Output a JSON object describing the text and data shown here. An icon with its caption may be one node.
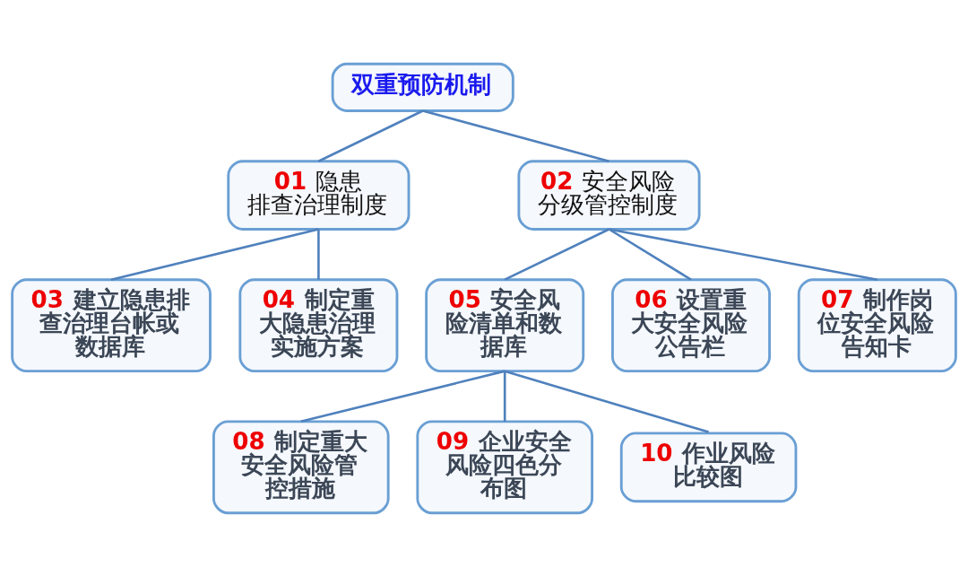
{
  "diagram": {
    "nodes": [
      {
        "text": [
          "双重预防机制"
        ]
      },
      {
        "text": [
          "01 隐患排查治理制度"
        ]
      },
      {
        "text": [
          "02 安全风险分级管控制度"
        ]
      },
      {
        "text": [
          "03 建立隐患排查治理台帐或数据库"
        ]
      },
      {
        "text": [
          "04 制定重大隐患治理实施方案"
        ]
      },
      {
        "text": [
          "05 安全风险清单和数据库"
        ]
      },
      {
        "text": [
          "06 设置重大安全风险公告栏"
        ]
      },
      {
        "text": [
          "07 制作岗位安全风险告知卡"
        ]
      },
      {
        "text": [
          "08 制定重大安全风险管控措施"
        ]
      },
      {
        "text": [
          "09 企业安全风险四色分布图"
        ]
      },
      {
        "text": [
          "10 作业风险比较图"
        ]
      }
    ],
    "edges": [
      {
        "from": 0,
        "to": 1,
        "arrow": "none"
      },
      {
        "from": 0,
        "to": 2,
        "arrow": "none"
      },
      {
        "from": 1,
        "to": 3,
        "arrow": "none"
      },
      {
        "from": 1,
        "to": 4,
        "arrow": "none"
      },
      {
        "from": 2,
        "to": 5,
        "arrow": "none"
      },
      {
        "from": 2,
        "to": 6,
        "arrow": "none"
      },
      {
        "from": 2,
        "to": 7,
        "arrow": "none"
      },
      {
        "from": 5,
        "to": 8,
        "arrow": "none"
      },
      {
        "from": 5,
        "to": 9,
        "arrow": "none"
      },
      {
        "from": 5,
        "to": 10,
        "arrow": "none"
      }
    ]
  }
}
